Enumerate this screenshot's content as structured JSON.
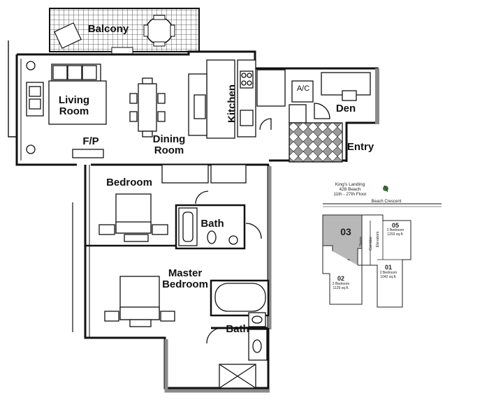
{
  "rooms": {
    "balcony": "Balcony",
    "living_room": [
      "Living",
      "Room"
    ],
    "fireplace": "F/P",
    "dining_room": [
      "Dining",
      "Room"
    ],
    "kitchen": "Kitchen",
    "ac": "A/C",
    "den": "Den",
    "entry": "Entry",
    "bedroom": "Bedroom",
    "bath_1": "Bath",
    "master_bedroom": [
      "Master",
      "Bedroom"
    ],
    "bath_2": "Bath"
  },
  "key_plan": {
    "building_lines": [
      "King's Landing",
      "428 Beach",
      "11th - 27th Floor"
    ],
    "street": "Beach Crescent",
    "units": [
      {
        "number": "03",
        "highlighted": true
      },
      {
        "number": "05",
        "lines": [
          "2 Bedroom",
          "1293 sq.ft."
        ]
      },
      {
        "number": "01",
        "lines": [
          "2 Bedroom",
          "1042 sq.ft."
        ]
      },
      {
        "number": "02",
        "lines": [
          "2 Bedroom",
          "1129 sq.ft."
        ]
      }
    ],
    "corridor_labels": [
      "Stairs",
      "Corridor",
      "Elevators"
    ],
    "highlight_color": "#b8b8b8"
  },
  "colors": {
    "wall": "#111111",
    "exterior_shell": "#8a8a8a",
    "tile_fill": "#9a9a9a"
  }
}
